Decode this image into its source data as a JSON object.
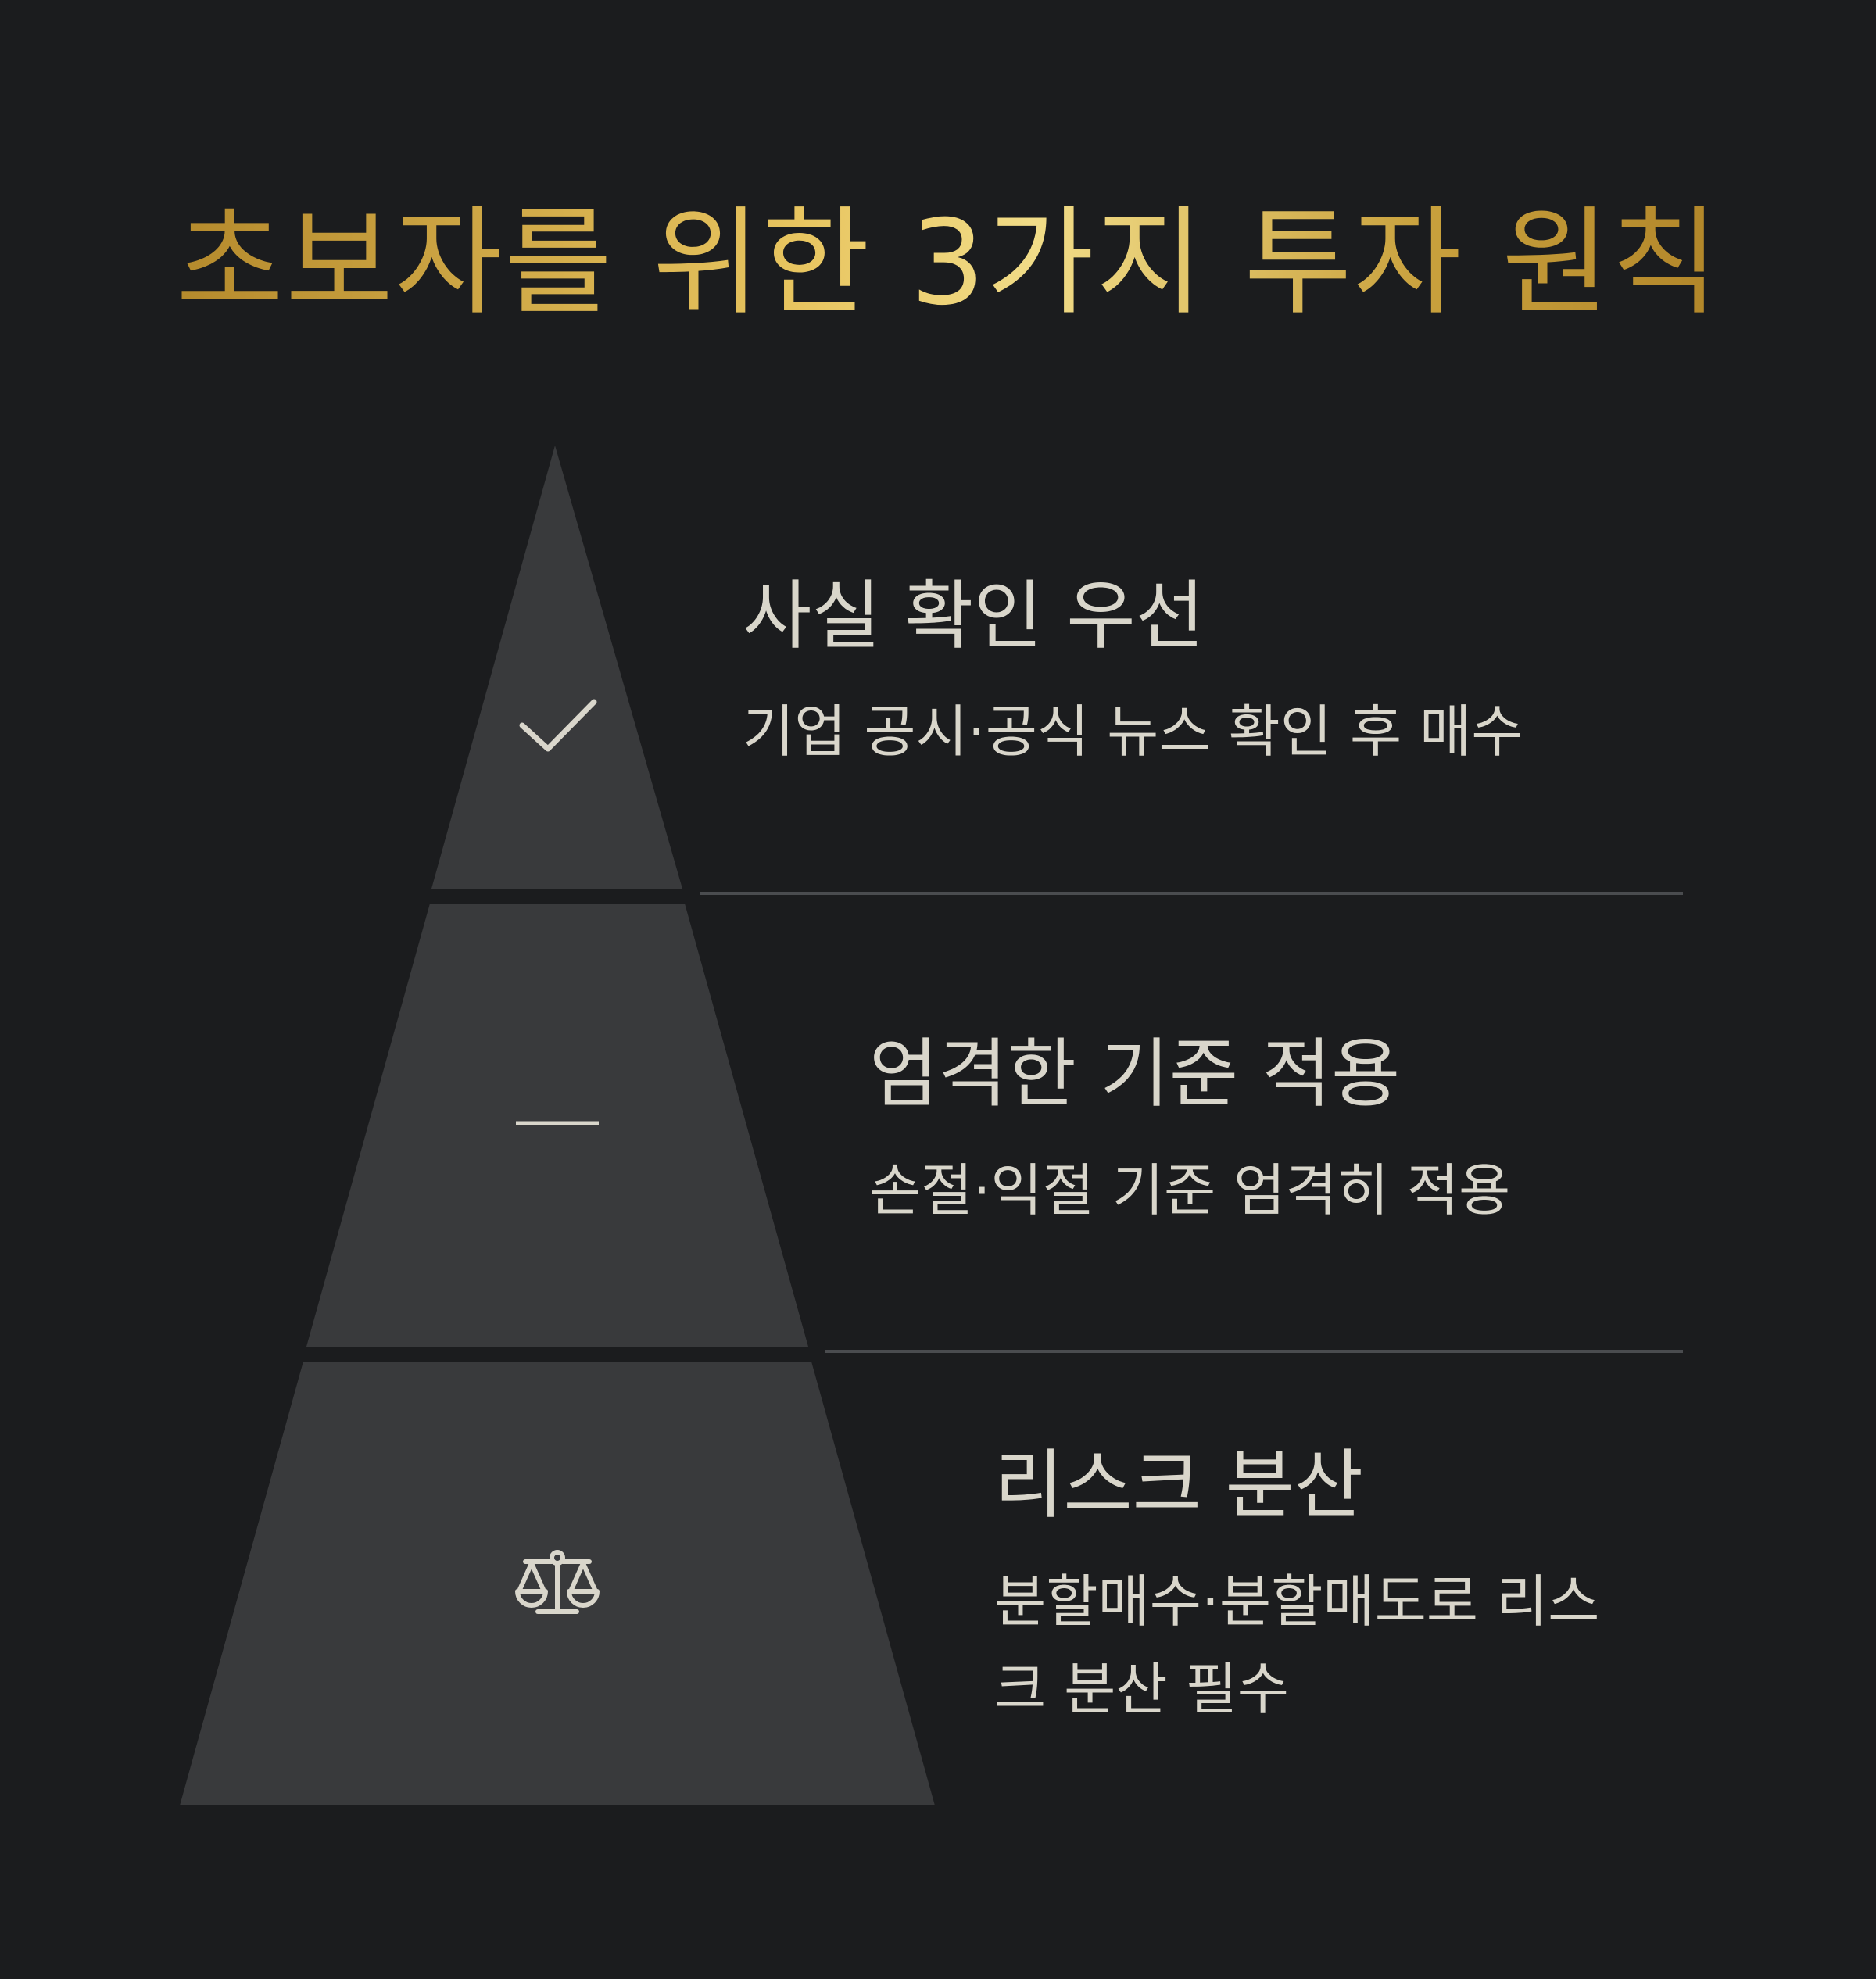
{
  "title": "초보자를 위한 3가지 투자 원칙",
  "colors": {
    "background": "#1b1c1e",
    "tier_fill": "#393a3c",
    "text": "#d9d6cb",
    "icon": "#d9d6cb",
    "title_gold": "#e8c560",
    "divider": "#4a4c4f"
  },
  "tiers": [
    {
      "heading": "사실 확인 우선",
      "description": "기업 공시·공식 뉴스 확인 후 매수",
      "icon": "check-icon"
    },
    {
      "heading": "엄격한 기준 적용",
      "description": "손절·익절 기준 엄격히 적용",
      "icon": "dash-icon"
    },
    {
      "heading": "리스크 분산",
      "description": "분할매수·분할매도로 리스크 분산 필수",
      "icon": "balance-scale-icon"
    }
  ]
}
